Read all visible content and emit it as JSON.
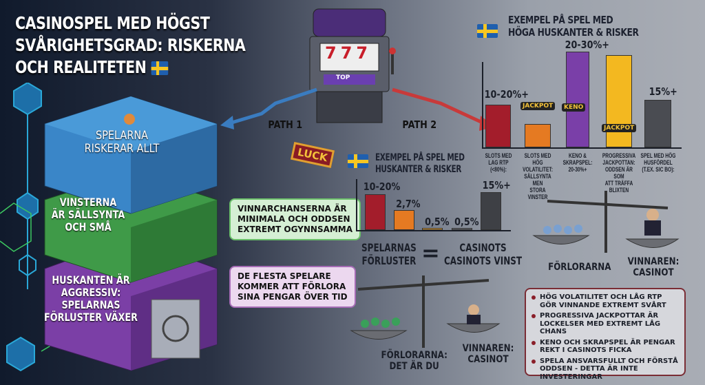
{
  "title": {
    "lines": [
      "CASINOSPEL MED HÖGST",
      "SVÅRIGHETSGRAD: RISKERNA",
      "OCH REALITETEN"
    ],
    "flag": "swedish-flag"
  },
  "pyramid": {
    "top": {
      "lines": [
        "SPELARNA",
        "RISKERAR ALLT"
      ],
      "color": "#3a86c8"
    },
    "middle": {
      "lines": [
        "VINSTERNA",
        "ÄR SÄLLSYNTA",
        "OCH SMÅ"
      ],
      "color": "#3f9a48"
    },
    "bottom": {
      "lines": [
        "HUSKANTEN ÄR",
        "AGGRESSIV:",
        "SPELARNAS",
        "FÖRLUSTER VÄXER"
      ],
      "color": "#7b3fa6"
    }
  },
  "bubbles": [
    {
      "lines": [
        "VINNARCHANSERNA ÄR",
        "MINIMALA OCH ODDSEN",
        "EXTREMT OGYNNSAMMA"
      ],
      "color": "#d5efd4"
    },
    {
      "lines": [
        "DE FLESTA SPELARE",
        "KOMMER ATT FÖRLORA",
        "SINA PENGAR ÖVER TID"
      ],
      "color": "#ecd8ef"
    }
  ],
  "paths": {
    "path1": "PATH 1",
    "path2": "PATH 2"
  },
  "luck_sign": "LUCK",
  "slot_machine": {
    "reels": "777",
    "tag": "TOP"
  },
  "high_risk": {
    "header": [
      "EXEMPEL PÅ SPEL MED",
      "HÖGA HUSKANTER & RISKER"
    ],
    "bars": [
      {
        "value": "10-20%+",
        "label": [
          "SLOTS MED",
          "LAG RTP",
          "(<80%):"
        ],
        "color": "#a31d2b"
      },
      {
        "value": "",
        "label": [
          "SLOTS MED HÖG",
          "VOLATILITET:",
          "SÄLLSYNTA MEN",
          "STORA VINSTER"
        ],
        "color": "#e57a22",
        "badge": "JACKPOT"
      },
      {
        "value": "20-30%+",
        "label": [
          "KENO &",
          "SKRAPSPEL:",
          "20-30%+"
        ],
        "color": "#7a3fa8",
        "badge": "KENO"
      },
      {
        "value": "",
        "label": [
          "PROGRESSIVA",
          "JACKPOTTAN:",
          "ODDSEN ÄR SOM",
          "ATT TRÄFFA BLIXTEN"
        ],
        "color": "#f3b820",
        "badge": "JACKPOT"
      },
      {
        "value": "15%+",
        "label": [
          "SPEL MED HÖG",
          "HUSFÖRDEL",
          "(T.EX. SIC BO):"
        ],
        "color": "#4a4c52"
      }
    ]
  },
  "house_edge": {
    "header": [
      "EXEMPEL PÅ SPEL MED",
      "HUSKANTER & RISKER"
    ],
    "bars": [
      {
        "value": "10-20%",
        "color": "#a31d2b"
      },
      {
        "value": "2,7%",
        "color": "#e57a22"
      },
      {
        "value": "0,5%",
        "color": "#f0a830"
      },
      {
        "value": "0,5%",
        "color": "#6c6e74"
      },
      {
        "value": "15%+",
        "color": "#3e4045"
      }
    ]
  },
  "equation": {
    "left": [
      "SPELARNAS",
      "FÖRLUSTER"
    ],
    "sign": "=",
    "right": [
      "CASINOTS",
      "CASINOTS VINST"
    ]
  },
  "scale_lower": {
    "losers": [
      "FÖRLORARNA:",
      "DET ÄR DU"
    ],
    "winner": [
      "VINNAREN:",
      "CASINOT"
    ]
  },
  "scale_right": {
    "losers": [
      "FÖRLORARNA"
    ],
    "winner": [
      "VINNAREN:",
      "CASINOT"
    ]
  },
  "info_box": {
    "items": [
      "HÖG VOLATILITET OCH LÅG RTP GÖR VINNANDE EXTREMT SVÅRT",
      "PROGRESSIVA JACKPOTTAR ÄR LOCKELSER MED EXTREMT LÅG CHANS",
      "KENO OCH SKRAPSPEL ÄR PENGAR REKT I CASINOTS FICKA",
      "SPELA ANSVARSFULLT OCH FÖRSTÅ ODDSEN - DETTA ÄR INTE INVESTERINGAR"
    ]
  }
}
